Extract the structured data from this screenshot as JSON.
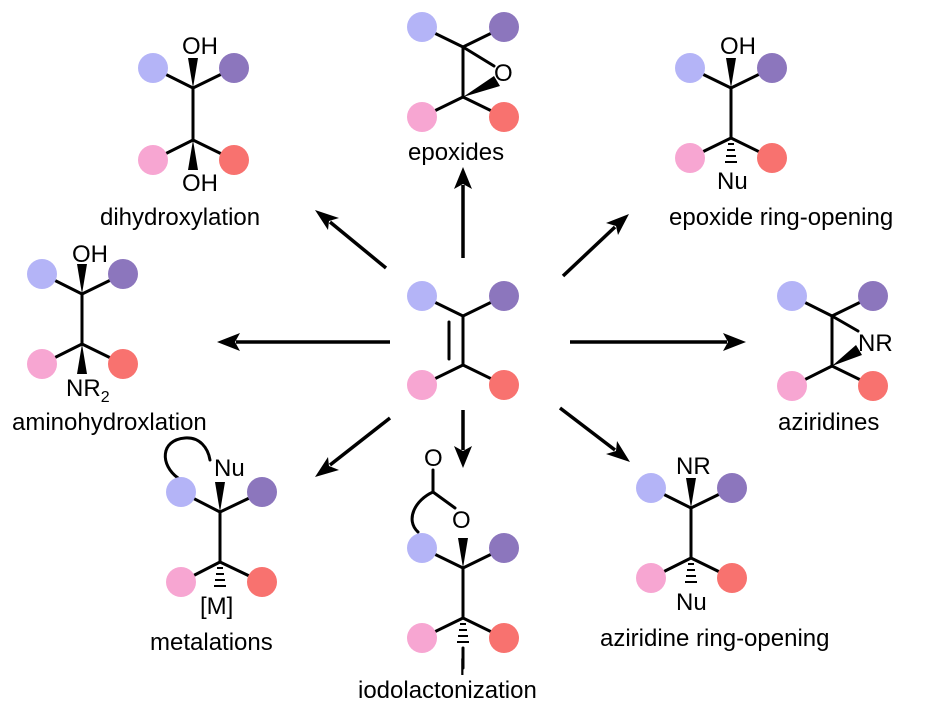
{
  "colors": {
    "lavender": "#b4b4f7",
    "purple": "#8c76bd",
    "pink": "#f7a6d2",
    "salmon": "#f8726f"
  },
  "atoms": {
    "oh": "OH",
    "o": "O",
    "nu": "Nu",
    "nr": "NR",
    "n": "N",
    "r": "R",
    "two": "2",
    "metal": "[M]",
    "iodine": "I"
  },
  "labels": {
    "dihydroxylation": "dihydroxylation",
    "epoxides": "epoxides",
    "epoxide_ring_opening": "epoxide ring-opening",
    "aminohydroxylation": "aminohydroxlation",
    "aziridines": "aziridines",
    "metalations": "metalations",
    "iodolactonization": "iodolactonization",
    "aziridine_ring_opening": "aziridine ring-opening"
  }
}
